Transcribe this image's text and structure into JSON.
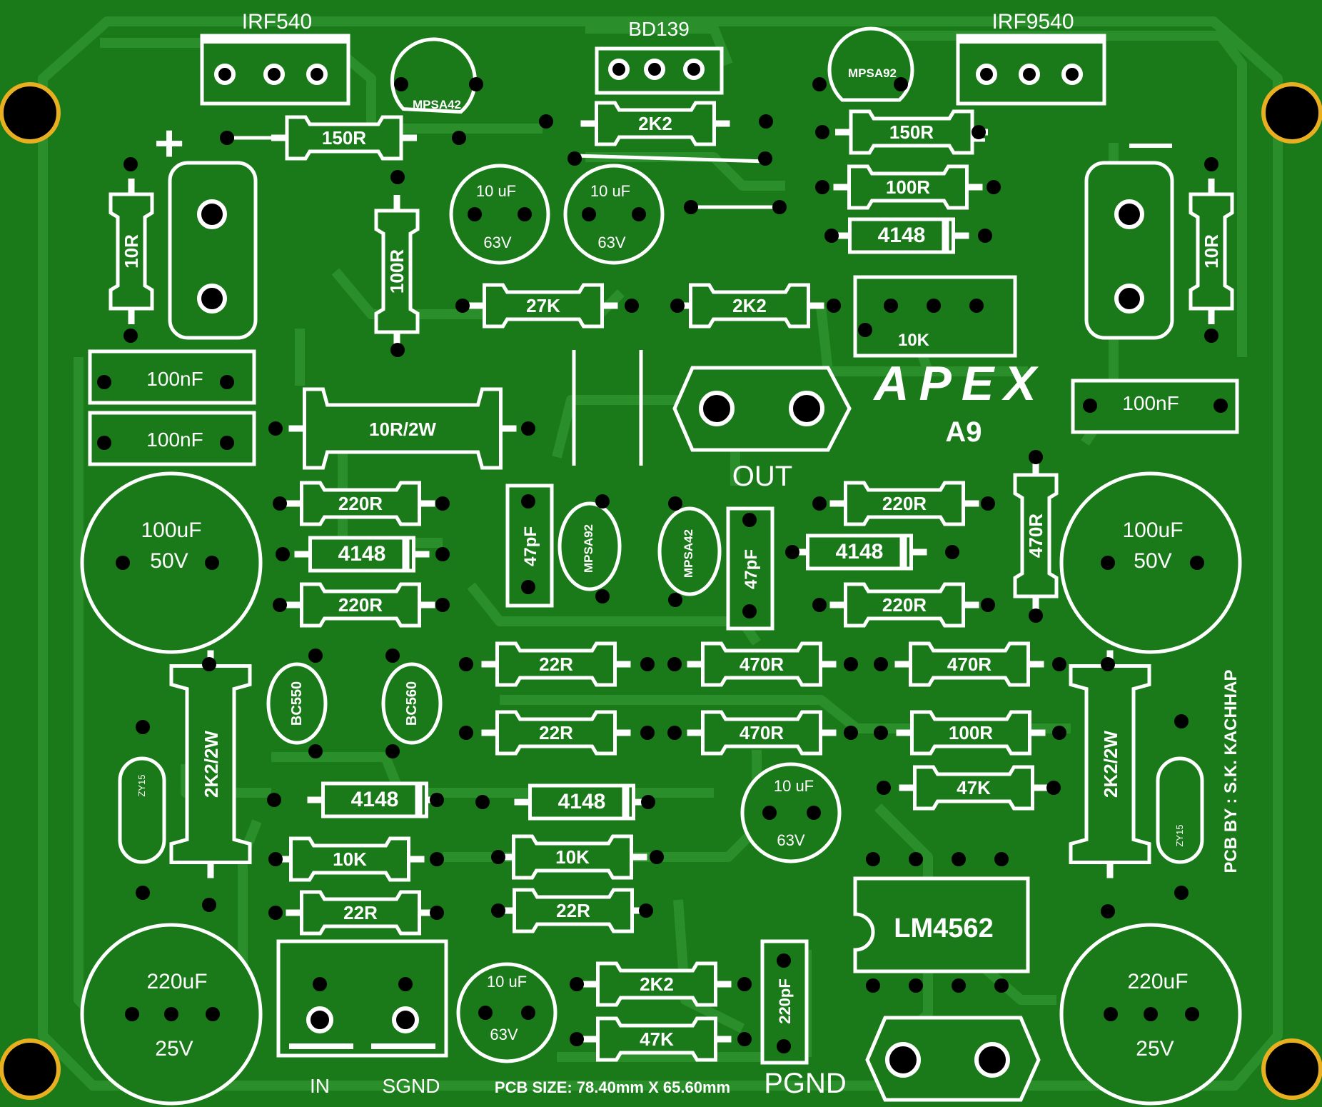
{
  "colors": {
    "board": "#1a7a1a",
    "trace": "#2a8e2a",
    "silk": "#ffffff",
    "pad": "#000000",
    "mount": "#e8b020"
  },
  "headers": {
    "irf540": "IRF540",
    "bd139": "BD139",
    "irf9540": "IRF9540",
    "out": "OUT",
    "pgnd": "PGND",
    "in": "IN",
    "sgnd": "SGND",
    "plus": "+",
    "minus": "—"
  },
  "logo": {
    "brand": "APEX",
    "model": "A9"
  },
  "credit": "PCB BY : S.K. KACHHAP",
  "pcb_size": "PCB SIZE: 78.40mm X 65.60mm",
  "components": {
    "mpsa42_top": "MPSA42",
    "mpsa92_top": "MPSA92",
    "r150_left": "150R",
    "r150_right": "150R",
    "r2k2_top": "2K2",
    "r100_right_top": "100R",
    "d4148_top": "4148",
    "c10u_a": "10 uF",
    "c10u_a_v": "63V",
    "c10u_b": "10 uF",
    "c10u_b_v": "63V",
    "r10_left": "10R",
    "r10_right": "10R",
    "r100_vertical": "100R",
    "r27k": "27K",
    "r2k2_mid": "2K2",
    "pot": "10K",
    "c100n_1": "100nF",
    "c100n_2": "100nF",
    "c100n_3": "100nF",
    "r10r2w": "10R/2W",
    "c100u_left": "100uF",
    "c100u_left_v": "50V",
    "c100u_right": "100uF",
    "c100u_right_v": "50V",
    "r220_a": "220R",
    "d4148_a": "4148",
    "r220_b": "220R",
    "r220_c": "220R",
    "d4148_b": "4148",
    "r220_d": "220R",
    "c47p_a": "47pF",
    "c47p_b": "47pF",
    "mpsa92_mid": "MPSA92",
    "mpsa42_mid": "MPSA42",
    "r470_vertical": "470R",
    "r22_a": "22R",
    "r22_b": "22R",
    "r470_a": "470R",
    "r470_b": "470R",
    "r470_c": "470R",
    "r100_mid": "100R",
    "r47k_a": "47K",
    "bc550": "BC550",
    "bc560": "BC560",
    "r2k2_2w_left": "2K2/2W",
    "r2k2_2w_right": "2K2/2W",
    "zy15_left": "ZY15",
    "zy15_right": "ZY15",
    "c10u_c": "10 uF",
    "c10u_c_v": "63V",
    "d4148_c": "4148",
    "d4148_d": "4148",
    "r10k_a": "10K",
    "r10k_b": "10K",
    "r22_c": "22R",
    "r22_d": "22R",
    "ic": "LM4562",
    "c220u_left": "220uF",
    "c220u_left_v": "25V",
    "c220u_right": "220uF",
    "c220u_right_v": "25V",
    "c10u_d": "10 uF",
    "c10u_d_v": "63V",
    "r2k2_bottom": "2K2",
    "r47k_bottom": "47K",
    "c220p": "220pF"
  }
}
